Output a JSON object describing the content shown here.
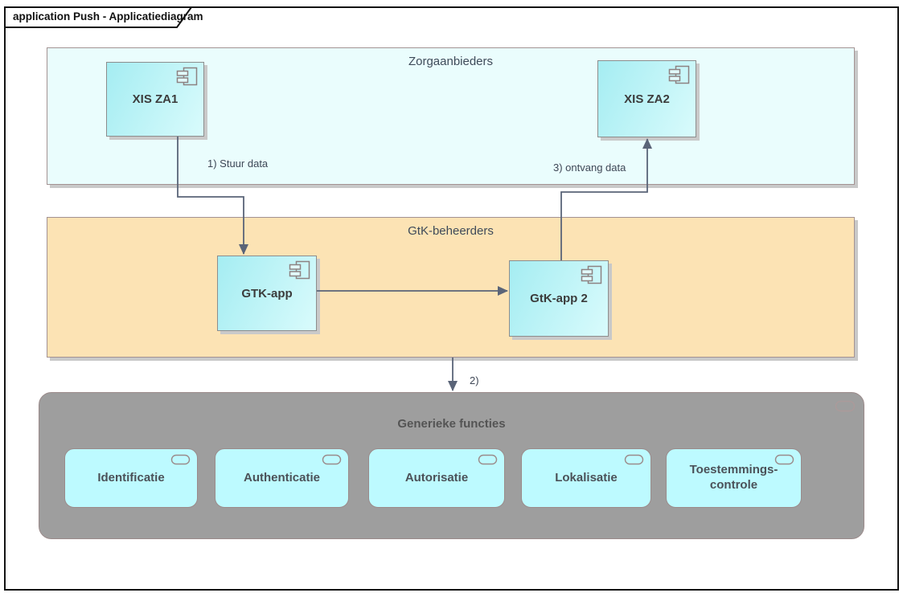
{
  "frame": {
    "tab_title": "application Push - Applicatiediagram"
  },
  "groups": {
    "zorgaanbieders": {
      "label": "Zorgaanbieders"
    },
    "gtk_beheerders": {
      "label": "GtK-beheerders"
    },
    "generieke_functies": {
      "label": "Generieke functies"
    }
  },
  "components": {
    "xis_za1": {
      "label": "XIS ZA1"
    },
    "xis_za2": {
      "label": "XIS ZA2"
    },
    "gtk_app": {
      "label": "GTK-app"
    },
    "gtk_app2": {
      "label": "GtK-app 2"
    }
  },
  "functions": [
    {
      "label": "Identificatie"
    },
    {
      "label": "Authenticatie"
    },
    {
      "label": "Autorisatie"
    },
    {
      "label": "Lokalisatie"
    },
    {
      "label": "Toestemmings-\ncontrole"
    }
  ],
  "connectors": {
    "stuur_data": {
      "label": "1) Stuur data"
    },
    "generieke": {
      "label": "2)"
    },
    "ontvang_data": {
      "label": "3) ontvang data"
    }
  },
  "colors": {
    "component_fill_start": "#a5edf2",
    "component_fill_end": "#d9fbfc",
    "zorgaanbieders_fill": "#eafdfd",
    "gtk_beheerders_fill": "#fce3b4",
    "generieke_fill": "#9e9e9e",
    "function_fill": "#bdfaff",
    "connector_line": "#5a6478",
    "group_border": "#a39292"
  }
}
